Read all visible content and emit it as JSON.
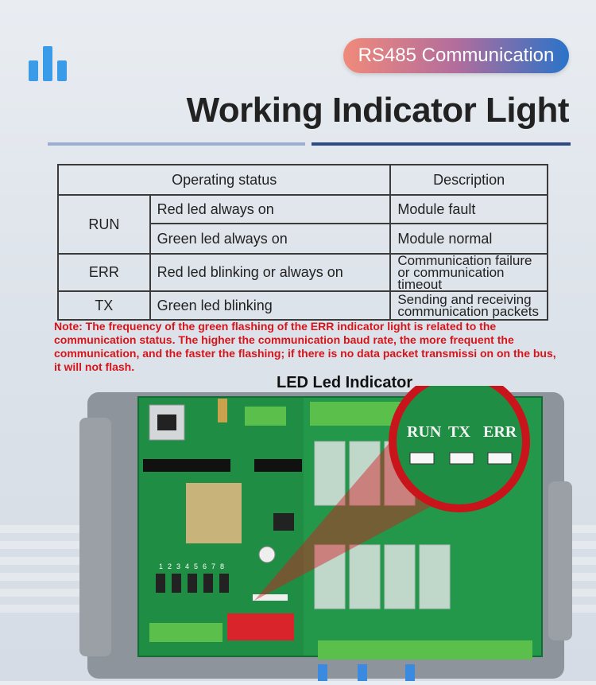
{
  "header": {
    "badge_label": "RS485 Communication",
    "title": "Working Indicator Light",
    "logo_icon": "bars-icon",
    "accent_color": "#3a9be9"
  },
  "table": {
    "headers": [
      "Operating status",
      "Description"
    ],
    "rows": [
      {
        "group": "RUN",
        "state": "Red led always on",
        "description": "Module fault"
      },
      {
        "group": "",
        "state": "Green led always on",
        "description": "Module normal"
      },
      {
        "group": "ERR",
        "state": "Red led blinking or always on",
        "description": "Communication failure or communication timeout"
      },
      {
        "group": "TX",
        "state": "Green led blinking",
        "description": "Sending and receiving communication packets"
      }
    ]
  },
  "note": "Note: The frequency of the green flashing of the ERR indicator light is related to the communication status. The higher the communication baud rate, the more frequent the communication, and the faster the flashing; if there is no data packet transmissi on on the bus, it will not flash.",
  "figure": {
    "label": "LED Led Indicator",
    "zoom_labels": [
      "RUN",
      "TX",
      "ERR"
    ],
    "dip_numbers": [
      "1",
      "2",
      "3",
      "4",
      "5",
      "6",
      "7",
      "8"
    ]
  }
}
